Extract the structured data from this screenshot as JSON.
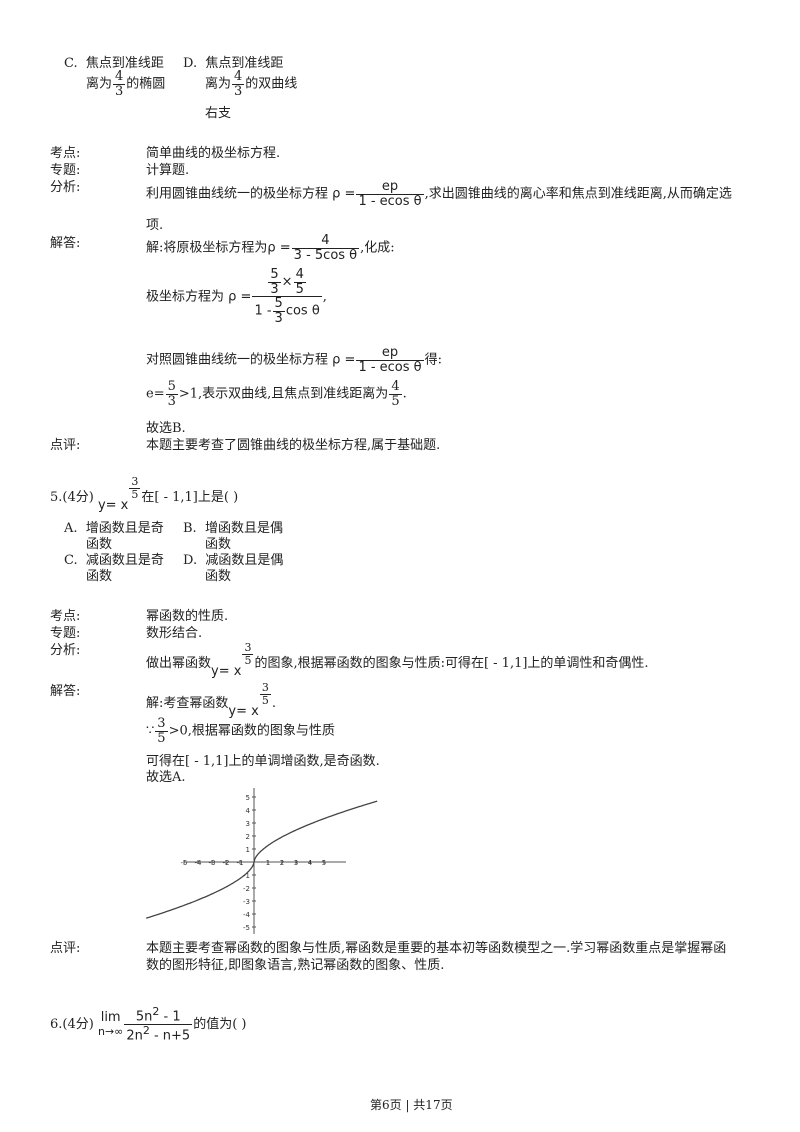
{
  "q4": {
    "optC": {
      "label": "C.",
      "line1": "焦点到准线距",
      "line2_pre": "离为",
      "frac_num": "4",
      "frac_den": "3",
      "line2_post": "的椭圆"
    },
    "optD": {
      "label": "D.",
      "line1": "焦点到准线距",
      "line2_pre": "离为",
      "frac_num": "4",
      "frac_den": "3",
      "line2_post": "的双曲线",
      "line3": "右支"
    },
    "kaodian_label": "考点:",
    "kaodian": "简单曲线的极坐标方程.",
    "zhuanti_label": "专题:",
    "zhuanti": "计算题.",
    "fenxi_label": "分析:",
    "fenxi_pre": "利用圆锥曲线统一的极坐标方程",
    "rho": "ρ =",
    "ep": "ep",
    "one_minus_ecos": "1 - ecos θ",
    "fenxi_post": ",求出圆锥曲线的离心率和焦点到准线距离,从而确定选",
    "fenxi_line2": "项.",
    "jieda_label": "解答:",
    "jie1_pre": "解:将原极坐标方程为",
    "jie1_num": "4",
    "jie1_den": "3 - 5cos θ",
    "jie1_post": ",化成:",
    "jie2_pre": "极坐标方程为",
    "jie2_rho": "ρ =",
    "jie2_a_num": "5",
    "jie2_a_den": "3",
    "jie2_times": "×",
    "jie2_b_num": "4",
    "jie2_b_den": "5",
    "jie2_den_pre": "1 -",
    "jie2_c_num": "5",
    "jie2_c_den": "3",
    "jie2_den_post": "cos θ",
    "jie2_post": ",",
    "jie3_pre": "对照圆锥曲线统一的极坐标方程",
    "jie3_post": "得:",
    "jie4_pre": "e=",
    "jie4_num": "5",
    "jie4_den": "3",
    "jie4_mid": ">1,表示双曲线,且焦点到准线距离为",
    "jie4_num2": "4",
    "jie4_den2": "5",
    "jie4_post": ".",
    "jie5": "故选B.",
    "dianping_label": "点评:",
    "dianping": "本题主要考查了圆锥曲线的极坐标方程,属于基础题."
  },
  "q5": {
    "stem_pre": "5.(4分)",
    "y_eq": "y= x",
    "exp_num": "3",
    "exp_den": "5",
    "stem_post": "在[ - 1,1]上是(  )",
    "optA": {
      "label": "A.",
      "line1": "增函数且是奇",
      "line2": "函数"
    },
    "optB": {
      "label": "B.",
      "line1": "增函数且是偶",
      "line2": "函数"
    },
    "optC": {
      "label": "C.",
      "line1": "减函数且是奇",
      "line2": "函数"
    },
    "optD": {
      "label": "D.",
      "line1": "减函数且是偶",
      "line2": "函数"
    },
    "kaodian_label": "考点:",
    "kaodian": "幂函数的性质.",
    "zhuanti_label": "专题:",
    "zhuanti": "数形结合.",
    "fenxi_label": "分析:",
    "fenxi_pre": "做出幂函数",
    "fenxi_post": "的图象,根据幂函数的图象与性质:可得在[ - 1,1]上的单调性和奇偶性.",
    "jieda_label": "解答:",
    "jie1_pre": "解:考查幂函数",
    "jie1_post": ".",
    "jie2_pre": "∵",
    "jie2_post": ">0,根据幂函数的图象与性质",
    "jie3": "可得在[ - 1,1]上的单调增函数,是奇函数.",
    "jie4": "故选A.",
    "dianping_label": "点评:",
    "dianping1": "本题主要考查幂函数的图象与性质,幂函数是重要的基本初等函数模型之一.学习幂函数重点是掌握幂函",
    "dianping2": "数的图形特征,即图象语言,熟记幂函数的图象、性质."
  },
  "graph": {
    "x_ticks": [
      "-5",
      "-4",
      "-3",
      "-2",
      "-1",
      "1",
      "2",
      "3",
      "4",
      "5"
    ],
    "y_ticks": [
      "5",
      "4",
      "3",
      "2",
      "1",
      "-1",
      "-2",
      "-3",
      "-4",
      "-5"
    ]
  },
  "q6": {
    "stem_pre": "6.(4分)",
    "lim": "lim",
    "lim_sub": "n→∞",
    "num_a": "5n",
    "num_sup": "2",
    "num_b": " - 1",
    "den_a": "2n",
    "den_sup": "2",
    "den_b": " - n+5",
    "stem_post": "的值为(  )"
  },
  "footer": {
    "text": "第6页 | 共17页"
  }
}
